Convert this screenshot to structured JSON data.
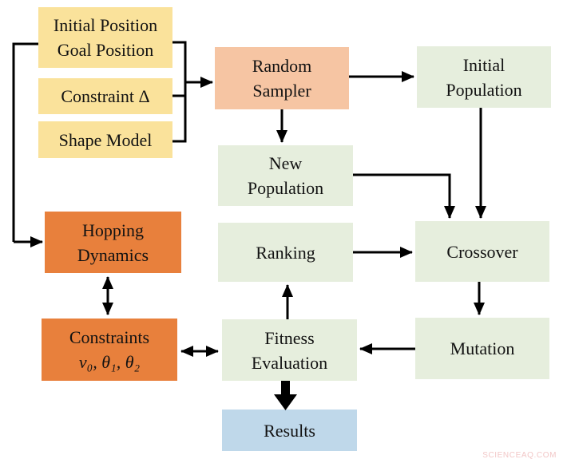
{
  "nodes": {
    "initial_goal": {
      "label": "Initial Position\nGoal Position",
      "color": "#FAE29B"
    },
    "constraint_delta": {
      "label": "Constraint Δ",
      "color": "#FAE29B"
    },
    "shape_model": {
      "label": "Shape Model",
      "color": "#FAE29B"
    },
    "random_sampler": {
      "label": "Random\nSampler",
      "color": "#F6C5A3"
    },
    "initial_population": {
      "label": "Initial\nPopulation",
      "color": "#E6EEDD"
    },
    "new_population": {
      "label": "New\nPopulation",
      "color": "#E6EEDD"
    },
    "ranking": {
      "label": "Ranking",
      "color": "#E6EEDD"
    },
    "crossover": {
      "label": "Crossover",
      "color": "#E6EEDD"
    },
    "hopping_dynamics": {
      "label": "Hopping\nDynamics",
      "color": "#E8803C"
    },
    "constraints": {
      "title": "Constraints",
      "math": "v₀, θ₁, θ₂",
      "color": "#E8803C"
    },
    "fitness_evaluation": {
      "label": "Fitness\nEvaluation",
      "color": "#E6EEDD"
    },
    "mutation": {
      "label": "Mutation",
      "color": "#E6EEDD"
    },
    "results": {
      "label": "Results",
      "color": "#BFD8EA"
    }
  },
  "edges": [
    {
      "from": "initial_goal",
      "to": "random_sampler"
    },
    {
      "from": "constraint_delta",
      "to": "random_sampler"
    },
    {
      "from": "shape_model",
      "to": "random_sampler"
    },
    {
      "from": "initial_goal",
      "to": "hopping_dynamics"
    },
    {
      "from": "random_sampler",
      "to": "initial_population"
    },
    {
      "from": "random_sampler",
      "to": "new_population"
    },
    {
      "from": "initial_population",
      "to": "crossover"
    },
    {
      "from": "new_population",
      "to": "crossover"
    },
    {
      "from": "ranking",
      "to": "crossover"
    },
    {
      "from": "crossover",
      "to": "mutation"
    },
    {
      "from": "mutation",
      "to": "fitness_evaluation"
    },
    {
      "from": "fitness_evaluation",
      "to": "ranking"
    },
    {
      "from": "constraints",
      "to": "fitness_evaluation",
      "bidirectional": true
    },
    {
      "from": "hopping_dynamics",
      "to": "constraints",
      "bidirectional": true
    },
    {
      "from": "fitness_evaluation",
      "to": "results",
      "style": "thick"
    }
  ],
  "palette": {
    "input_yellow": "#FAE29B",
    "sampler_salmon": "#F6C5A3",
    "process_green": "#E6EEDD",
    "dynamics_orange": "#E8803C",
    "results_blue": "#BFD8EA",
    "arrow_black": "#000000",
    "watermark_pink": "#F2C7C7"
  },
  "watermark": "SCIENCEAQ.COM"
}
